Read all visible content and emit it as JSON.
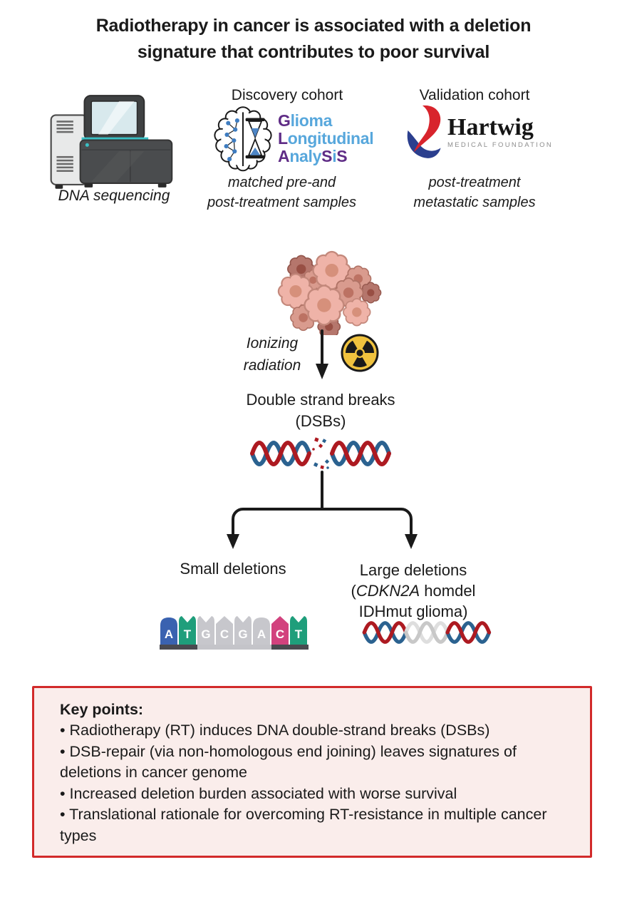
{
  "colors": {
    "ink": "#1a1a1a",
    "glass-purple": "#5F2C86",
    "glass-blue": "#57A7DC",
    "hartwig-red": "#D8242C",
    "hartwig-blue": "#2B3F8E",
    "hartwig-gray": "#8E8E8E",
    "helix-red": "#AD1A21",
    "helix-blue": "#2B6290",
    "helix-gray": "#C8C8C8",
    "helix-gray2": "#DEDEDE",
    "radiation-yellow": "#F0C23E",
    "box-border": "#D22A2A",
    "box-bg": "#FAEDEB",
    "nt-blue": "#3A62B0",
    "nt-green": "#1F9E7B",
    "nt-pink": "#D2427E",
    "nt-gray": "#C7C7CC",
    "base-dark": "#4A4A50",
    "base-light": "#C4C4C9"
  },
  "title": "Radiotherapy in cancer is associated with a deletion signature that contributes to poor survival",
  "cohorts": {
    "sequencing_label": "DNA sequencing",
    "discovery_heading": "Discovery cohort",
    "glass_logo_lines": [
      [
        {
          "t": "G",
          "c": "purple"
        },
        {
          "t": "lioma",
          "c": "blue"
        }
      ],
      [
        {
          "t": "L",
          "c": "purple"
        },
        {
          "t": "ongitudinal",
          "c": "blue"
        }
      ],
      [
        {
          "t": "A",
          "c": "purple"
        },
        {
          "t": "naly",
          "c": "blue"
        },
        {
          "t": "S",
          "c": "purple"
        },
        {
          "t": "i",
          "c": "blue"
        },
        {
          "t": "S",
          "c": "purple"
        }
      ]
    ],
    "discovery_caption_line1": "matched pre-and",
    "discovery_caption_line2": "post-treatment samples",
    "validation_heading": "Validation cohort",
    "hartwig_name": "Hartwig",
    "hartwig_sub": "MEDICAL FOUNDATION",
    "validation_caption_line1": "post-treatment",
    "validation_caption_line2": "metastatic samples"
  },
  "pathway": {
    "ionizing_line1": "Ionizing",
    "ionizing_line2": "radiation",
    "dsb_line1": "Double strand breaks",
    "dsb_line2": "(DSBs)",
    "small_label": "Small deletions",
    "large_line1": "Large deletions",
    "large_line2_open": "(",
    "large_line2_gene": "CDKN2A",
    "large_line2_rest": "homdel",
    "large_line3": "IDHmut glioma)",
    "sequence": [
      "A",
      "T",
      "G",
      "C",
      "G",
      "A",
      "C",
      "T"
    ]
  },
  "key_points": {
    "heading": "Key points:",
    "bullets": [
      "• Radiotherapy (RT)  induces DNA double-strand breaks (DSBs)",
      "• DSB-repair (via non-homologous end joining) leaves signatures of deletions in cancer genome",
      "• Increased deletion burden associated with worse survival",
      "• Translational rationale for overcoming RT-resistance in multiple cancer types"
    ]
  }
}
